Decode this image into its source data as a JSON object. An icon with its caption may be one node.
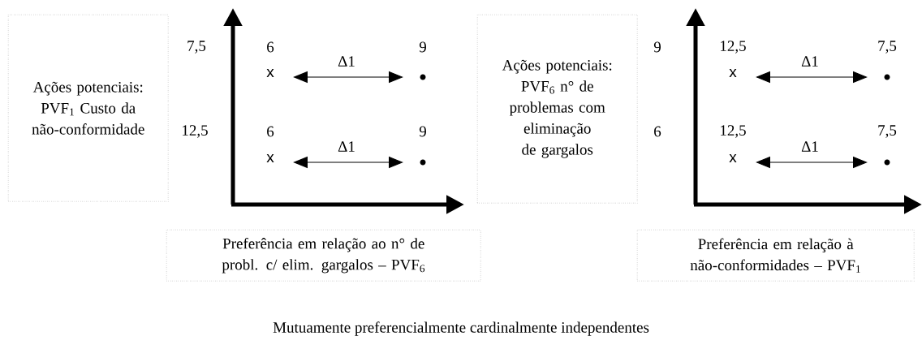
{
  "diagram": {
    "caption": "Mutuamente preferencialmente cardinalmente independentes",
    "nodes": [
      {
        "text": [
          "Ações potenciais: PVF$_{1}$ Custo da não-conformidade"
        ]
      },
      {
        "text": [
          "Ações potenciais: PVF$_{6}$ n° de problemas com eliminação de gargalos"
        ]
      },
      {
        "text": [
          "Preferência em relação ao n° de probl. c/ elim. gargalos – PVF$_{6}$"
        ]
      },
      {
        "text": [
          "Preferência em relação à não-conformidades – PVF$_{1}$"
        ]
      },
      {
        "text": [
          "x"
        ],
        "beside": [
          "6"
        ]
      },
      {
        "text": [],
        "shape": "circle",
        "beside": [
          "9"
        ]
      },
      {
        "text": [
          "x"
        ],
        "beside": [
          "6"
        ]
      },
      {
        "text": [],
        "shape": "circle",
        "beside": [
          "9"
        ]
      },
      {
        "text": [
          "x"
        ],
        "beside": [
          "12,5"
        ]
      },
      {
        "text": [],
        "shape": "circle",
        "beside": [
          "7,5"
        ]
      },
      {
        "text": [
          "x"
        ],
        "beside": [
          "12,5"
        ]
      },
      {
        "text": [],
        "shape": "circle",
        "beside": [
          "7,5"
        ]
      }
    ],
    "edges": [
      {
        "from": 4,
        "to": 5,
        "arrow": "both",
        "label": "Δ1"
      },
      {
        "from": 6,
        "to": 7,
        "arrow": "both",
        "label": "Δ1"
      },
      {
        "from": 8,
        "to": 9,
        "arrow": "both",
        "label": "Δ1"
      },
      {
        "from": 10,
        "to": 11,
        "arrow": "both",
        "label": "Δ1"
      }
    ],
    "labels": [
      "7,5",
      "12,5",
      "9",
      "6"
    ]
  }
}
